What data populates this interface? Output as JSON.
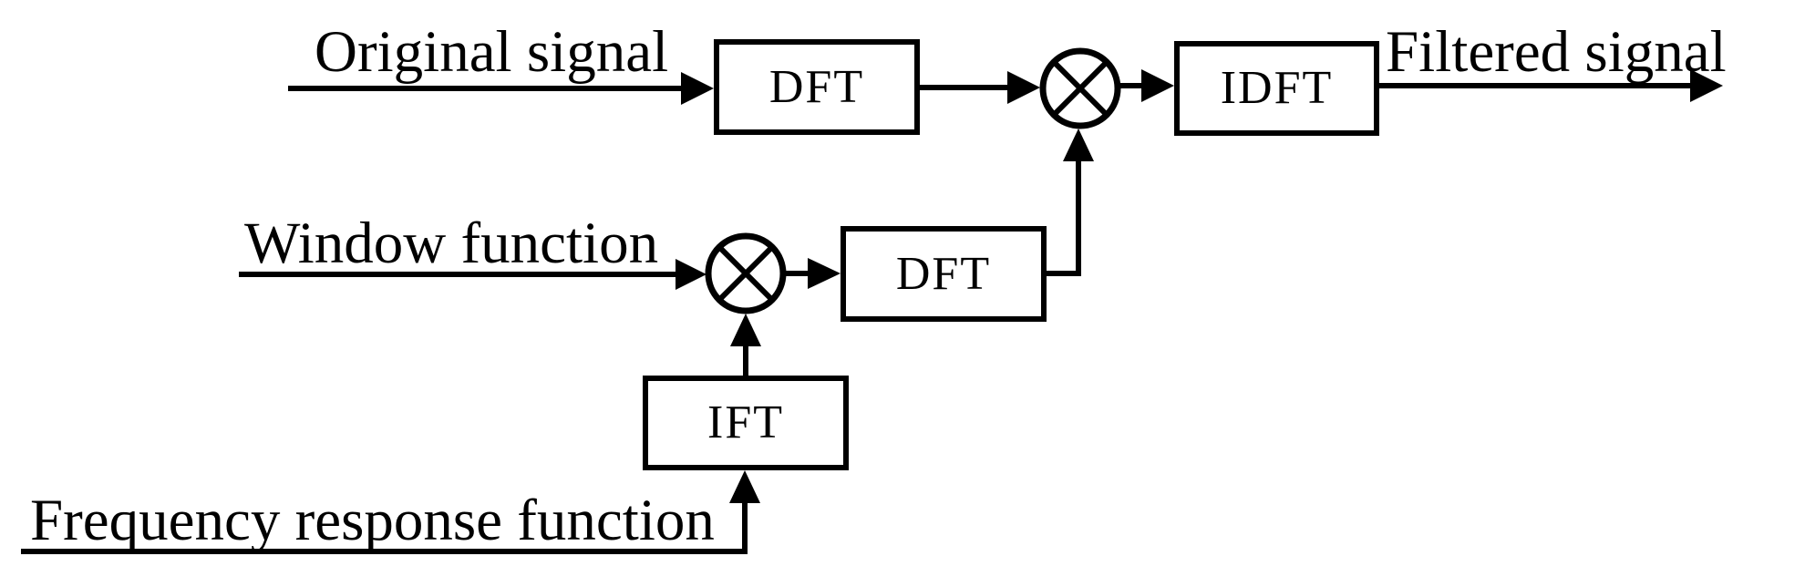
{
  "colors": {
    "ink": "#000000",
    "background": "#ffffff"
  },
  "inputs": {
    "original_signal": "Original signal",
    "window_function": "Window function",
    "frequency_response": "Frequency response function"
  },
  "output": {
    "filtered_signal": "Filtered signal"
  },
  "blocks": {
    "dft_top": "DFT",
    "idft": "IDFT",
    "dft_mid": "DFT",
    "ift": "IFT"
  },
  "nodes": {
    "multiplier_top": "multiply-icon",
    "multiplier_mid": "multiply-icon"
  }
}
